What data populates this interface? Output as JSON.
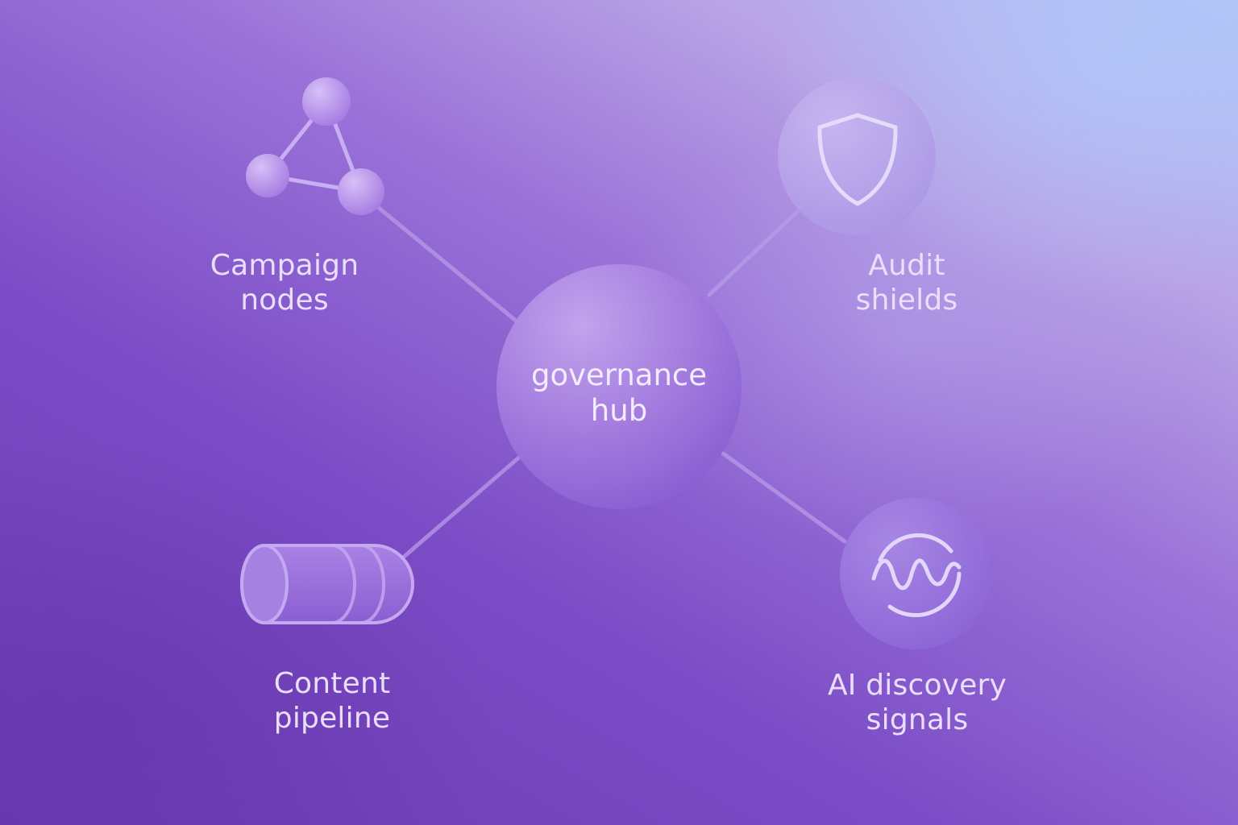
{
  "hub": {
    "line1": "governance",
    "line2": "hub"
  },
  "nodes": {
    "campaign": {
      "line1": "Campaign",
      "line2": "nodes",
      "icon": "network-nodes-icon"
    },
    "audit": {
      "line1": "Audit",
      "line2": "shields",
      "icon": "shield-icon"
    },
    "content": {
      "line1": "Content",
      "line2": "pipeline",
      "icon": "pipeline-cylinder-icon"
    },
    "ai": {
      "line1": "AI discovery",
      "line2": "signals",
      "icon": "signal-wave-icon"
    }
  },
  "colors": {
    "background_start": "#6a3ab0",
    "background_end": "#b3c4f6",
    "node_fill": "#a77ee0",
    "label_text": "#eadffb"
  }
}
